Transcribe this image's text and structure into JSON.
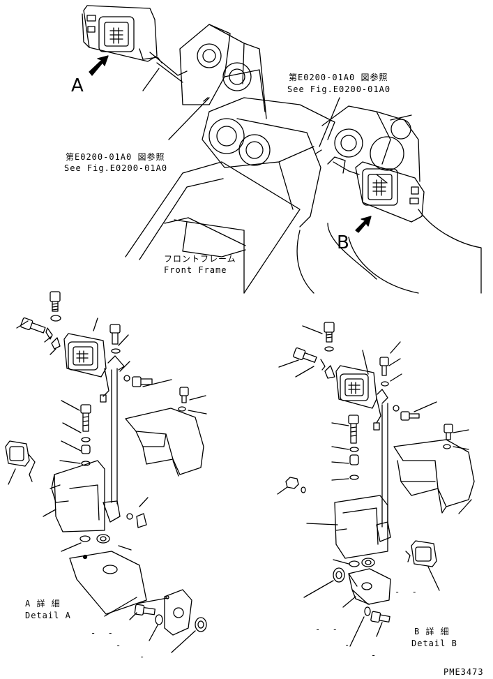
{
  "upper_view": {
    "view_a_letter": "A",
    "view_b_letter": "B",
    "ref_right_jp": "第E0200-01A0 図参照",
    "ref_right_en": "See Fig.E0200-01A0",
    "ref_left_jp": "第E0200-01A0 図参照",
    "ref_left_en": "See Fig.E0200-01A0",
    "frame_jp": "フロントフレーム",
    "frame_en": "Front Frame"
  },
  "detail_a": {
    "jp": "A 詳 細",
    "en": "Detail A"
  },
  "detail_b": {
    "jp": "B 詳 細",
    "en": "Detail B"
  },
  "dash_marks": {
    "a1": "-  -",
    "a2": "-",
    "a3": "-",
    "b1": "-  -",
    "b2": "-",
    "b3": "-",
    "b4": "-  -"
  },
  "drawing_code": "PME3473"
}
